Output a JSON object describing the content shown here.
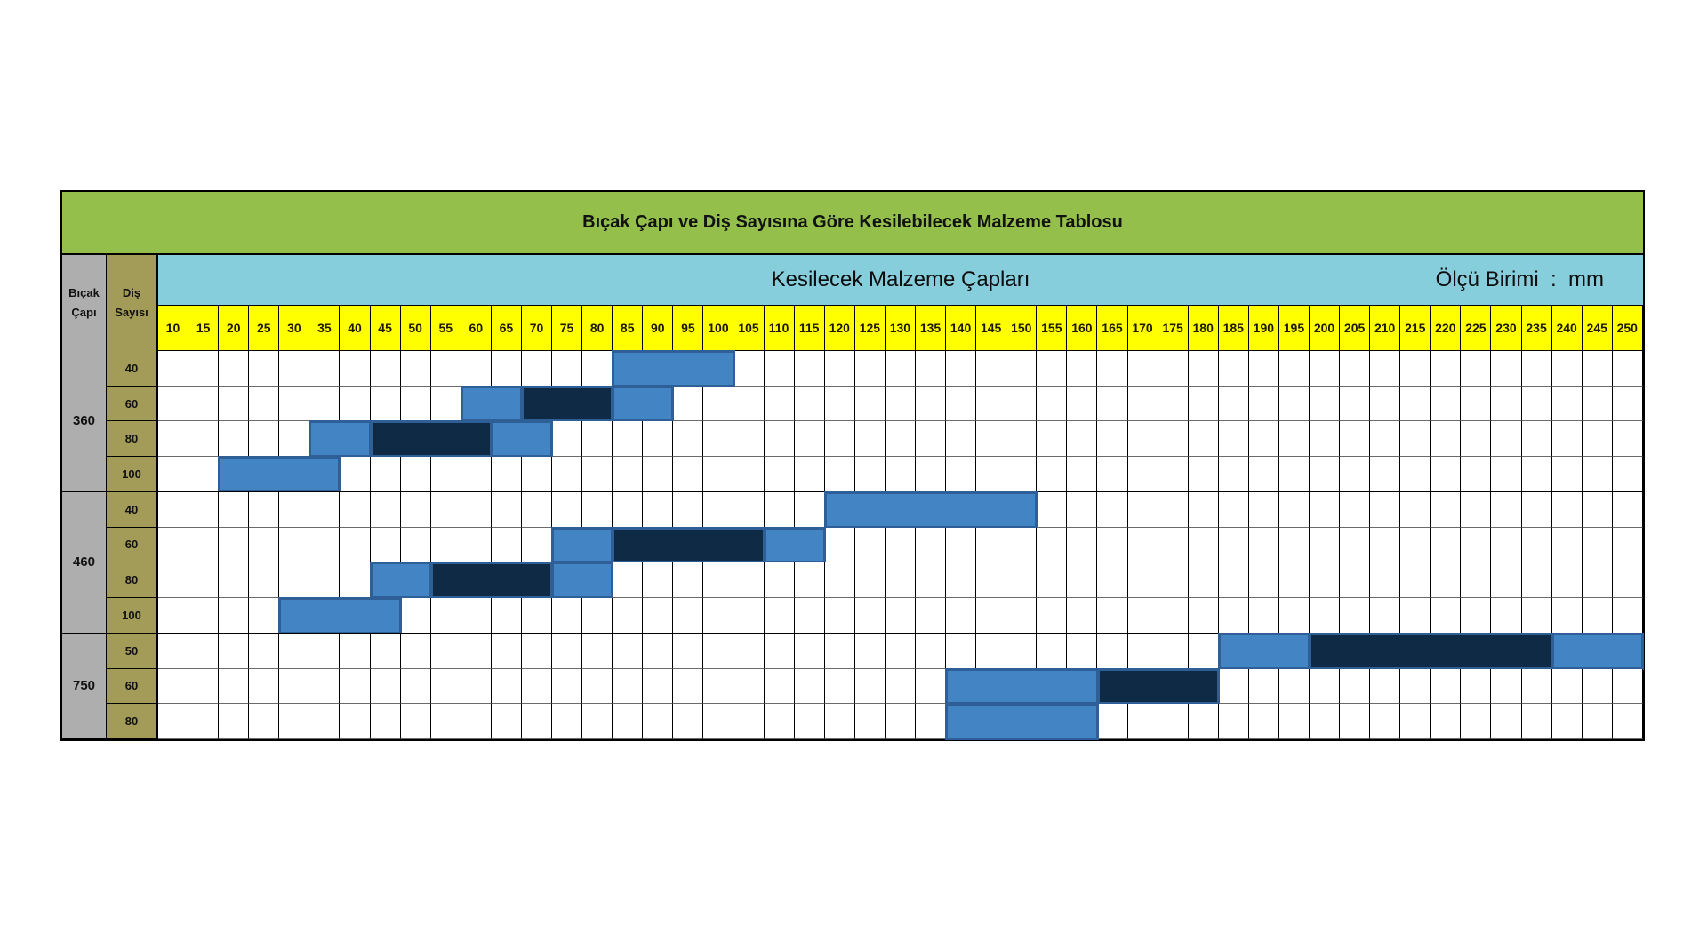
{
  "title": "Bıçak Çapı ve Diş Sayısına Göre Kesilebilecek Malzeme Tablosu",
  "header": {
    "blade_col": "Bıçak Çapı",
    "teeth_col": "Diş Sayısı",
    "diameters_title": "Kesilecek Malzeme Çapları",
    "unit_label": "Ölçü Birimi  :  mm"
  },
  "colors": {
    "green": "#93bf4a",
    "blue": "#87cedd",
    "yellow": "#ffff00",
    "gray": "#aeaeae",
    "olive": "#a39c58",
    "bar_light": "#4384c4",
    "bar_dark": "#0f2a44",
    "bar_border": "#2e5f97"
  },
  "chart_data": {
    "type": "table",
    "title": "Bıçak Çapı ve Diş Sayısına Göre Kesilebilecek Malzeme Tablosu",
    "column_header": "Kesilecek Malzeme Çapları",
    "unit": "mm",
    "row_header_1": "Bıçak Çapı",
    "row_header_2": "Diş Sayısı",
    "diameters": [
      10,
      15,
      20,
      25,
      30,
      35,
      40,
      45,
      50,
      55,
      60,
      65,
      70,
      75,
      80,
      85,
      90,
      95,
      100,
      105,
      110,
      115,
      120,
      125,
      130,
      135,
      140,
      145,
      150,
      155,
      160,
      165,
      170,
      175,
      180,
      185,
      190,
      195,
      200,
      205,
      210,
      215,
      220,
      225,
      230,
      235,
      240,
      245,
      250
    ],
    "legend_note": "light_blue and dark_navy are the two bar styles drawn in the grid",
    "groups": [
      {
        "blade_diameter": "360",
        "rows": [
          {
            "teeth": "40",
            "segments": [
              {
                "from": 85,
                "to": 100,
                "color": "light_blue"
              }
            ]
          },
          {
            "teeth": "60",
            "segments": [
              {
                "from": 60,
                "to": 65,
                "color": "light_blue"
              },
              {
                "from": 70,
                "to": 80,
                "color": "dark_navy"
              },
              {
                "from": 85,
                "to": 90,
                "color": "light_blue"
              }
            ]
          },
          {
            "teeth": "80",
            "segments": [
              {
                "from": 35,
                "to": 40,
                "color": "light_blue"
              },
              {
                "from": 45,
                "to": 60,
                "color": "dark_navy"
              },
              {
                "from": 65,
                "to": 70,
                "color": "light_blue"
              }
            ]
          },
          {
            "teeth": "100",
            "segments": [
              {
                "from": 20,
                "to": 35,
                "color": "light_blue"
              }
            ]
          }
        ]
      },
      {
        "blade_diameter": "460",
        "rows": [
          {
            "teeth": "40",
            "segments": [
              {
                "from": 120,
                "to": 150,
                "color": "light_blue"
              }
            ]
          },
          {
            "teeth": "60",
            "segments": [
              {
                "from": 75,
                "to": 80,
                "color": "light_blue"
              },
              {
                "from": 85,
                "to": 105,
                "color": "dark_navy"
              },
              {
                "from": 110,
                "to": 115,
                "color": "light_blue"
              }
            ]
          },
          {
            "teeth": "80",
            "segments": [
              {
                "from": 45,
                "to": 50,
                "color": "light_blue"
              },
              {
                "from": 55,
                "to": 70,
                "color": "dark_navy"
              },
              {
                "from": 75,
                "to": 80,
                "color": "light_blue"
              }
            ]
          },
          {
            "teeth": "100",
            "segments": [
              {
                "from": 30,
                "to": 45,
                "color": "light_blue"
              }
            ]
          }
        ]
      },
      {
        "blade_diameter": "750",
        "rows": [
          {
            "teeth": "50",
            "segments": [
              {
                "from": 185,
                "to": 195,
                "color": "light_blue"
              },
              {
                "from": 200,
                "to": 235,
                "color": "dark_navy"
              },
              {
                "from": 240,
                "to": 250,
                "color": "light_blue"
              }
            ]
          },
          {
            "teeth": "60",
            "segments": [
              {
                "from": 140,
                "to": 160,
                "color": "light_blue"
              },
              {
                "from": 165,
                "to": 180,
                "color": "dark_navy"
              }
            ]
          },
          {
            "teeth": "80",
            "segments": [
              {
                "from": 140,
                "to": 160,
                "color": "light_blue"
              }
            ]
          }
        ]
      }
    ]
  }
}
